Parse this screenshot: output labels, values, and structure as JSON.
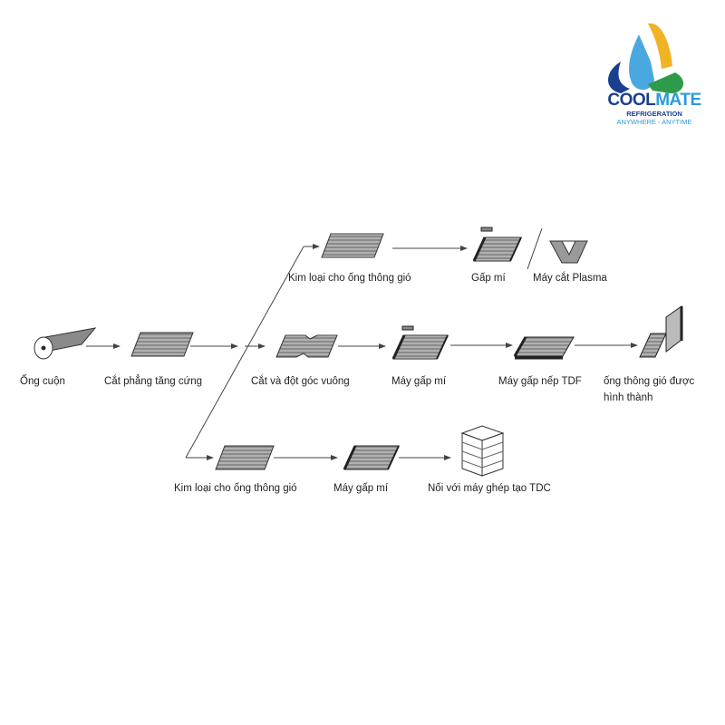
{
  "logo": {
    "brand_part1": "COOL",
    "brand_part2": "MATE",
    "line2": "REFRIGERATION",
    "line3": "ANYWHERE - ANYTIME",
    "colors": {
      "navy": "#1a3f8f",
      "light_blue": "#2a9bd8",
      "yellow": "#f0b323",
      "green": "#2e9b4a"
    }
  },
  "diagram": {
    "steps": {
      "coil": "Ống cuộn",
      "flat_cut": "Cắt phẳng tăng cứng",
      "top_sheet": "Kim loại cho ống thông gió",
      "top_fold": "Gấp mí",
      "plasma": "Máy cắt Plasma",
      "notch": "Cắt và đột góc vuông",
      "mid_fold": "Máy gấp mí",
      "tdf": "Máy gấp nếp TDF",
      "formed_line1": "ống thông gió được",
      "formed_line2": "hình thành",
      "bottom_sheet": "Kim loại cho ống thông gió",
      "bottom_fold": "Máy gấp mí",
      "tdc": "Nối với máy ghép tạo TDC"
    }
  }
}
